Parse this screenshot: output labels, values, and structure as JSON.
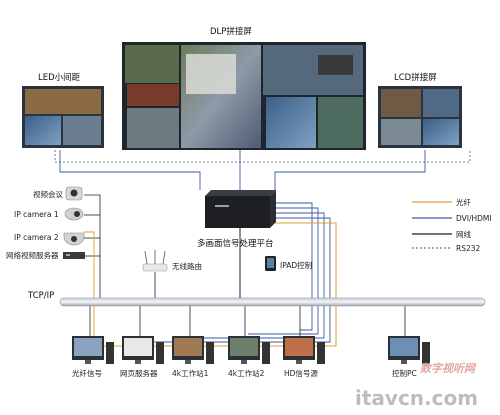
{
  "screens": {
    "dlp": "DLP拼接屏",
    "led": "LED小间距",
    "lcd": "LCD拼接屏"
  },
  "processor": {
    "label": "多画面信号处理平台"
  },
  "ipad": {
    "label": "IPAD控制"
  },
  "router": {
    "label": "无线路由"
  },
  "network": {
    "label": "TCP/IP"
  },
  "sources": [
    {
      "label": "视频会议"
    },
    {
      "label": "IP camera 1"
    },
    {
      "label": "IP camera 2"
    },
    {
      "label": "网络视频服务器"
    }
  ],
  "workstations": [
    {
      "label": "光纤信号"
    },
    {
      "label": "网页服务器"
    },
    {
      "label": "4k工作站1"
    },
    {
      "label": "4k工作站2"
    },
    {
      "label": "HD信号源"
    },
    {
      "label": "控制PC"
    }
  ],
  "legend": [
    {
      "label": "光纤",
      "color": "#e0a030",
      "style": "solid"
    },
    {
      "label": "DVI/HDMI",
      "color": "#3c5aa8",
      "style": "solid"
    },
    {
      "label": "网线",
      "color": "#222222",
      "style": "solid"
    },
    {
      "label": "RS232",
      "color": "#555555",
      "style": "dashed"
    }
  ],
  "watermark": {
    "brand": "itavcn.com",
    "cn": "数字视听网"
  }
}
